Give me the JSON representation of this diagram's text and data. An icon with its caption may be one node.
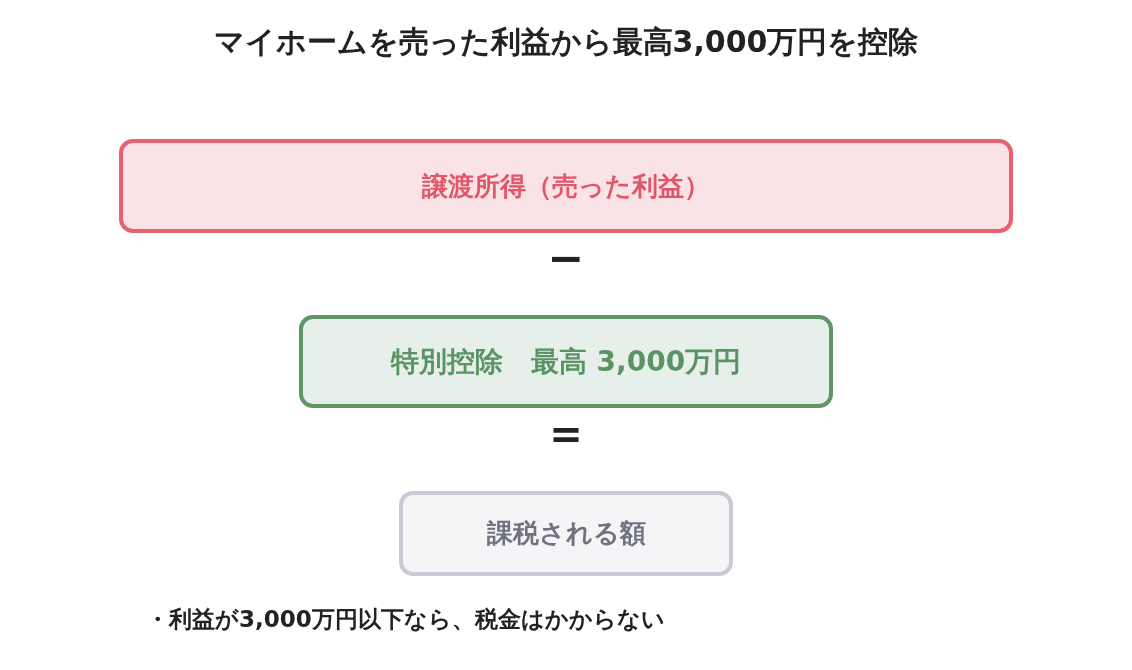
{
  "diagram": {
    "title": "マイホームを売った利益から最高3,000万円を控除",
    "nodes": [
      {
        "text": [
          "譲渡所得（売った利益）"
        ]
      },
      {
        "text": [
          "特別控除　最高 3,000万円"
        ]
      },
      {
        "text": [
          "課税される額"
        ]
      }
    ],
    "edges": [],
    "labels": [
      "−",
      "=",
      "・利益が3,000万円以下なら、税金はかからない"
    ]
  }
}
